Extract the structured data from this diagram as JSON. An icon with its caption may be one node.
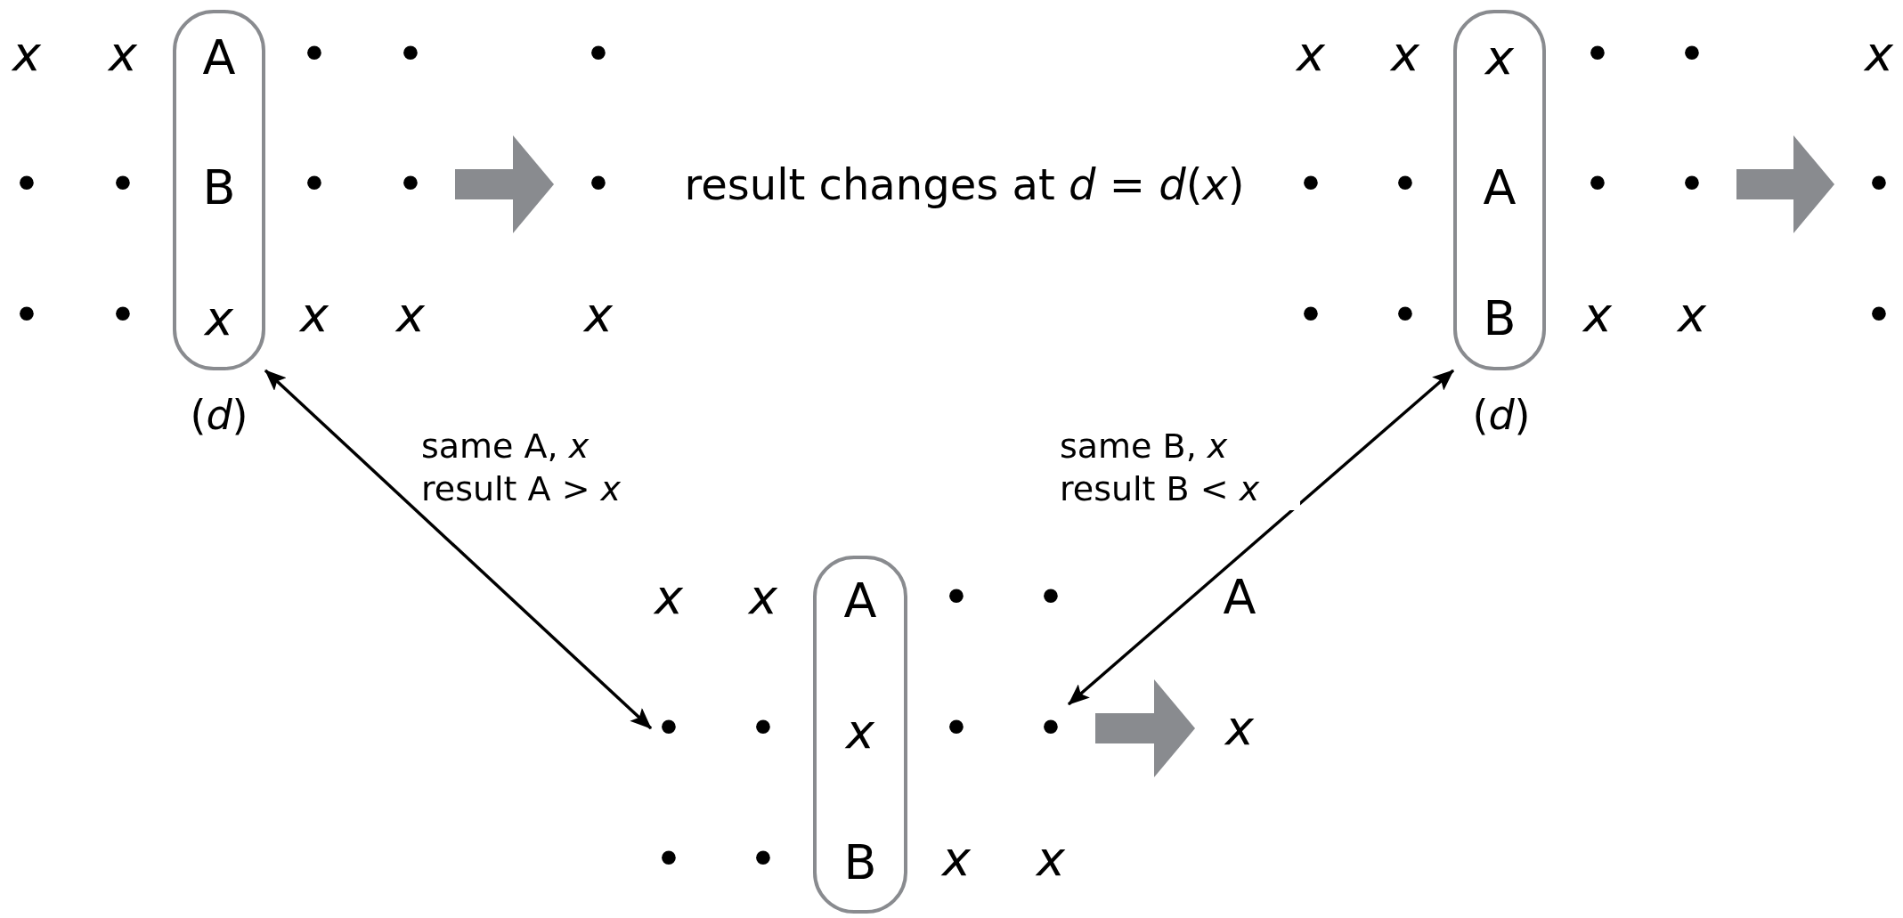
{
  "diagram": {
    "nodes": [
      {
        "text": [
          "A",
          "B",
          "*x*"
        ],
        "beside": [
          "(*d*)"
        ]
      },
      {
        "text": [
          "*x*",
          "A",
          "B"
        ],
        "beside": [
          "(*d*)"
        ]
      },
      {
        "text": [
          "A",
          "*x*",
          "B"
        ]
      },
      {
        "text": [
          "•"
        ]
      },
      {
        "text": [
          "•"
        ]
      },
      {
        "text": [
          "•"
        ]
      },
      {
        "text": [
          "•"
        ]
      },
      {
        "text": [
          "•"
        ]
      },
      {
        "text": [
          "•"
        ]
      },
      {
        "text": [
          "*x*"
        ]
      }
    ],
    "edges": [
      {
        "from": 0,
        "to": 3,
        "arrow": "both",
        "label": "same A, *x* result A > *x*",
        "color": "#000000"
      },
      {
        "from": 1,
        "to": 4,
        "arrow": "both",
        "label": "same B, *x* result B < *x*",
        "color": "#000000"
      },
      {
        "from": 5,
        "to": 6,
        "arrow": "to",
        "color": "#898b8f"
      },
      {
        "from": 7,
        "to": 8,
        "arrow": "to",
        "color": "#898b8f"
      },
      {
        "from": 4,
        "to": 9,
        "arrow": "to",
        "color": "#898b8f"
      }
    ],
    "labels": [
      "*x*",
      "*x*",
      "•",
      "•",
      "•",
      "*x*",
      "*x*",
      "•",
      "•",
      "*x*",
      "•",
      "•",
      "•",
      "result changes at *d* = *d*(*x*)",
      "•",
      "•",
      "•",
      "•",
      "•",
      "*x*",
      "*x*",
      "*x*",
      "•",
      "•",
      "*x*",
      "*x*",
      "•",
      "*x*",
      "*x*",
      "•",
      "•",
      "A",
      "•",
      "•",
      "•",
      "•",
      "*x*",
      "*x*"
    ]
  }
}
